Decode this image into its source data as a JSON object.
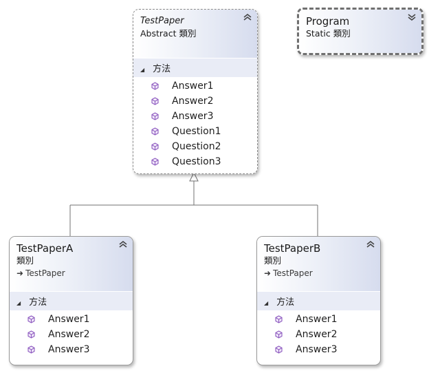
{
  "colors": {
    "header_gradient_end": "#d6dcee",
    "section_bg": "#e9ecf6",
    "method_icon": "#8e5bc0",
    "connector": "#707070"
  },
  "classes": {
    "testpaper": {
      "name": "TestPaper",
      "kind": "Abstract 類別",
      "section_label": "方法",
      "methods": [
        "Answer1",
        "Answer2",
        "Answer3",
        "Question1",
        "Question2",
        "Question3"
      ]
    },
    "program": {
      "name": "Program",
      "kind": "Static 類別"
    },
    "testpaper_a": {
      "name": "TestPaperA",
      "kind": "類別",
      "base": "TestPaper",
      "section_label": "方法",
      "methods": [
        "Answer1",
        "Answer2",
        "Answer3"
      ]
    },
    "testpaper_b": {
      "name": "TestPaperB",
      "kind": "類別",
      "base": "TestPaper",
      "section_label": "方法",
      "methods": [
        "Answer1",
        "Answer2",
        "Answer3"
      ]
    }
  },
  "icons": {
    "collapse": "double-chevron-up-icon",
    "expand": "double-chevron-down-icon",
    "method": "method-cube-icon",
    "inheritance": "inheritance-arrow-icon",
    "section_toggle": "triangle-expanded-icon"
  }
}
